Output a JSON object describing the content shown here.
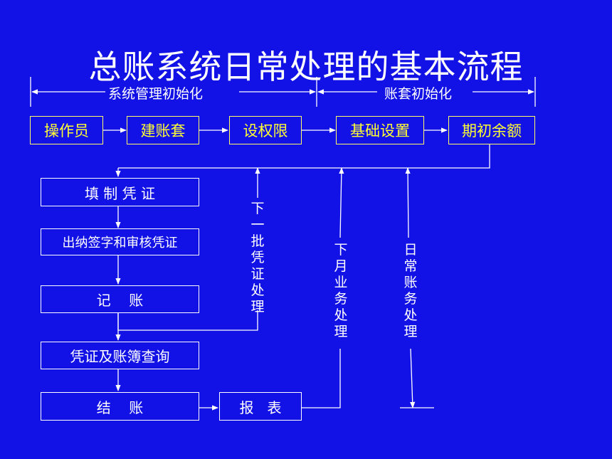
{
  "title": "总账系统日常处理的基本流程",
  "phases": {
    "system_init": "系统管理初始化",
    "account_init": "账套初始化"
  },
  "top_steps": [
    "操作员",
    "建账套",
    "设权限",
    "基础设置",
    "期初余额"
  ],
  "flow_steps": [
    "填 制 凭 证",
    "出纳签字和审核凭证",
    "记    账",
    "凭证及账簿查询",
    "结    账"
  ],
  "report": "报   表",
  "loops": {
    "next_batch": "下一批凭证处理",
    "next_month": "下月业务处理",
    "daily": "日常账务处理"
  },
  "colors": {
    "background": "#1212e6",
    "text": "#ffffff",
    "top_text": "#ffff33",
    "arrow": "#ffffff"
  }
}
